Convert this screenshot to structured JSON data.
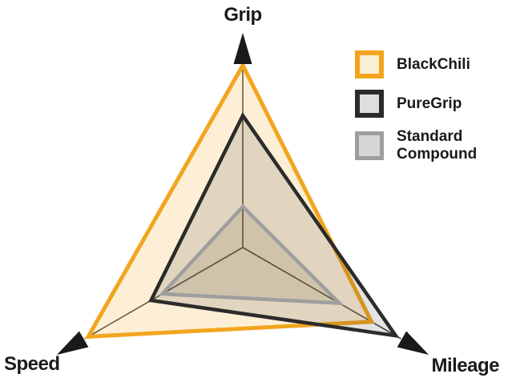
{
  "page": {
    "background": "#FFFFFF"
  },
  "chart_data": {
    "type": "radar",
    "axes": [
      {
        "label": "Grip",
        "angle_deg": -90,
        "position": "top"
      },
      {
        "label": "Mileage",
        "angle_deg": 30,
        "position": "bottom-right"
      },
      {
        "label": "Speed",
        "angle_deg": 150,
        "position": "bottom-left"
      }
    ],
    "scale": {
      "min": 0,
      "max": 100,
      "grid": false
    },
    "series": [
      {
        "name": "BlackChili",
        "values": [
          98,
          80,
          96
        ],
        "stroke": "#F2A51D",
        "stroke_width": 5,
        "fill": "rgba(245,166,29,0.18)",
        "swatch_fill": "#FBEED6"
      },
      {
        "name": "PureGrip",
        "values": [
          71,
          95,
          57
        ],
        "stroke": "#2B2B2B",
        "stroke_width": 4.5,
        "fill": "rgba(40,40,40,0.13)",
        "swatch_fill": "#DEDEDE"
      },
      {
        "name": "Standard Compound",
        "values": [
          22,
          60,
          50
        ],
        "stroke": "#9E9E9E",
        "stroke_width": 4.5,
        "fill": "rgba(80,65,40,0.12)",
        "swatch_fill": "#D6D6D6"
      }
    ],
    "axis_line_color": "#4A4A4A",
    "arrow_color": "#1A1A1A",
    "legend_position": "top-right"
  }
}
